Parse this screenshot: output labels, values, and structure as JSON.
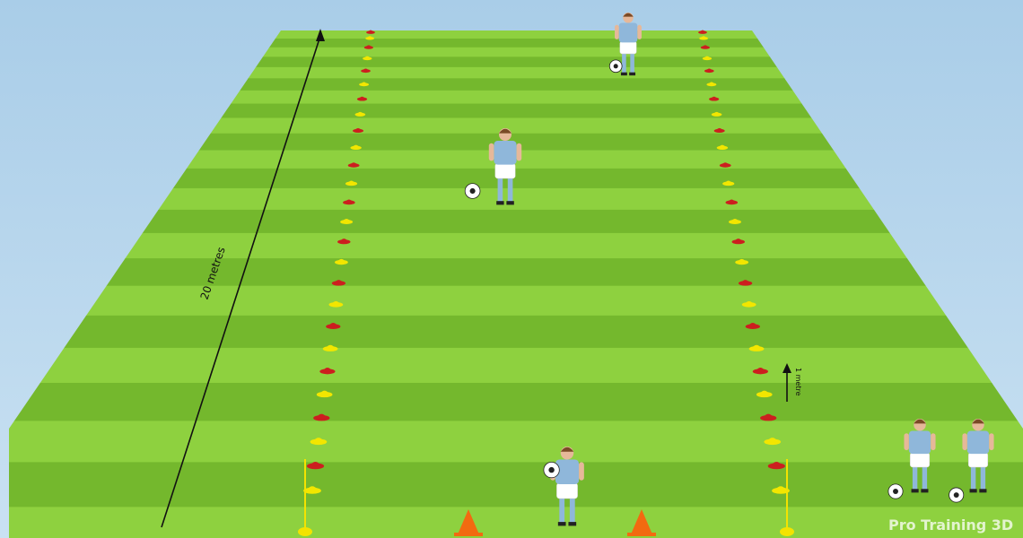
{
  "labels": {
    "distance_long": "20 metres",
    "distance_short": "1 metre",
    "watermark": "Pro Training 3D"
  },
  "colors": {
    "sky_top": "#a9cde8",
    "sky_bottom": "#c9e1f2",
    "grass_light": "#8ed13f",
    "grass_dark": "#74b82d",
    "cone_red": "#cc1f1f",
    "cone_yellow": "#f2e600",
    "cone_orange": "#f26a10",
    "pole": "#f3e300",
    "kit_shirt": "#8fb7da",
    "kit_shorts": "#ffffff",
    "kit_socks": "#8fb7da"
  },
  "drill": {
    "players": [
      {
        "role": "carrying-ball",
        "position": "top"
      },
      {
        "role": "dribbling",
        "position": "middle"
      },
      {
        "role": "starting",
        "position": "bottom"
      },
      {
        "role": "waiting",
        "position": "queue-1"
      },
      {
        "role": "waiting",
        "position": "queue-2"
      }
    ],
    "cone_pattern": [
      "red",
      "yellow"
    ],
    "lanes": 2,
    "start_markers": "orange-cones",
    "lane_end_markers": "yellow-poles"
  }
}
